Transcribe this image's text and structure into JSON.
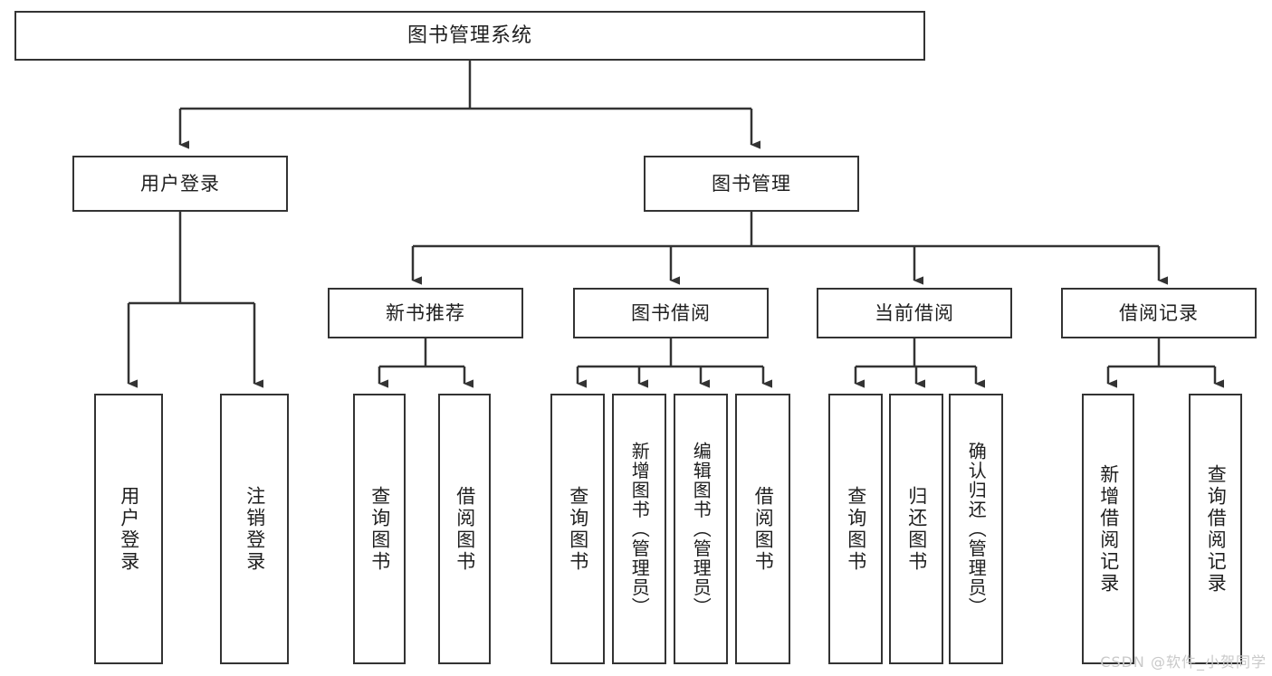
{
  "diagram": {
    "title": "图书管理系统",
    "type": "tree",
    "watermark": "CSDN @软件_小贺同学",
    "colors": {
      "box_border": "#333333",
      "box_fill": "#ffffff",
      "connector": "#333333",
      "text": "#1f1f1f",
      "watermark": "#c9c9c9"
    },
    "root": {
      "label": "图书管理系统"
    },
    "level2": [
      {
        "label": "用户登录"
      },
      {
        "label": "图书管理"
      }
    ],
    "level3": [
      {
        "label": "新书推荐"
      },
      {
        "label": "图书借阅"
      },
      {
        "label": "当前借阅"
      },
      {
        "label": "借阅记录"
      }
    ],
    "leaves": {
      "user_login": [
        {
          "label": "用户登录"
        },
        {
          "label": "注销登录"
        }
      ],
      "new_book_recommend": [
        {
          "label": "查询图书"
        },
        {
          "label": "借阅图书"
        }
      ],
      "book_borrow": [
        {
          "label": "查询图书"
        },
        {
          "label": "新增图书（管理员）"
        },
        {
          "label": "编辑图书（管理员）"
        },
        {
          "label": "借阅图书"
        }
      ],
      "current_borrow": [
        {
          "label": "查询图书"
        },
        {
          "label": "归还图书"
        },
        {
          "label": "确认归还（管理员）"
        }
      ],
      "borrow_record": [
        {
          "label": "新增借阅记录"
        },
        {
          "label": "查询借阅记录"
        }
      ]
    }
  }
}
